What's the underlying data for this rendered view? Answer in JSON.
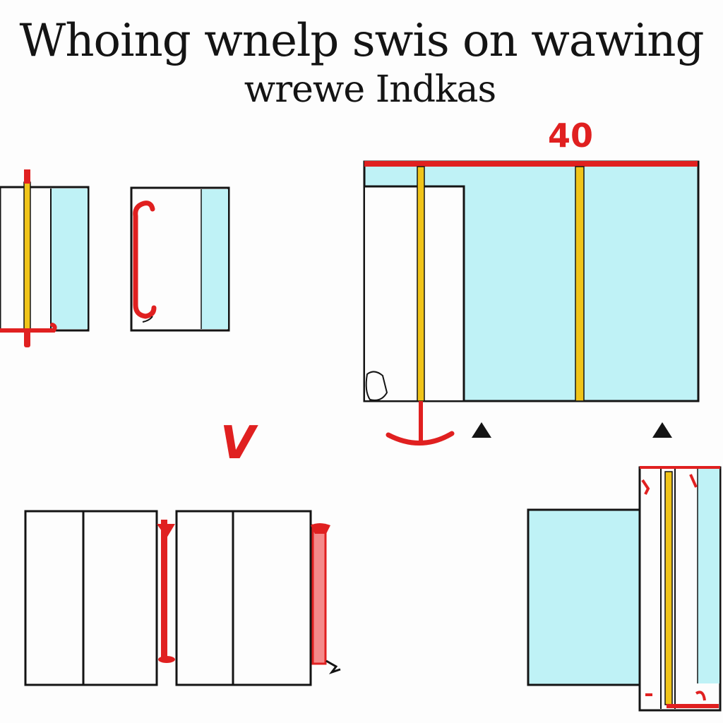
{
  "title": {
    "line1": "Whoing wnelp swis on wawing",
    "line2": "wrewe Indkas"
  },
  "labels": {
    "dimension_top": "40",
    "mark_left": "V"
  },
  "colors": {
    "outline": "#141414",
    "glass": "#bff2f6",
    "stile": "#f0c419",
    "handle": "#e02020",
    "background": "#fdfdfd"
  }
}
